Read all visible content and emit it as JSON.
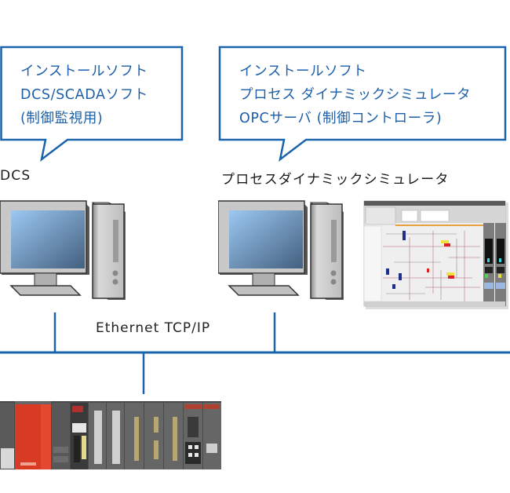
{
  "colors": {
    "accent_blue": "#1a63ad",
    "bubble_text": "#1d5fa8"
  },
  "bubbles": [
    {
      "lines": [
        "インストールソフト",
        "DCS/SCADAソフト",
        "(制御監視用)"
      ]
    },
    {
      "lines": [
        "インストールソフト",
        "プロセス ダイナミックシミュレータ",
        "OPCサーバ (制御コントローラ)"
      ]
    }
  ],
  "nodes": {
    "dcs": {
      "label": "DCS",
      "icon": "desktop-computer-icon"
    },
    "simulator": {
      "label": "プロセスダイナミックシミュレータ",
      "icon": "desktop-computer-icon",
      "screenshot": "simulator-screen-image"
    },
    "plc": {
      "icon": "plc-rack-image"
    }
  },
  "network": {
    "label": "Ethernet TCP/IP"
  }
}
